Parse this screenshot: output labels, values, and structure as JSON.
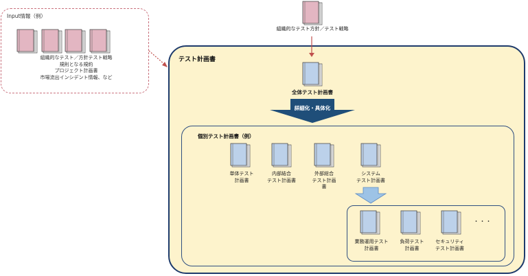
{
  "input": {
    "title": "Input情報（例）",
    "lines": [
      "組織的なテスト／方針テスト戦略",
      "規則となる規約",
      "プロジェクト計画書",
      "市場流出インシデント情報、など"
    ]
  },
  "top_doc": {
    "label": "組織的なテスト方針／テスト戦略"
  },
  "plan": {
    "title": "テスト計画書",
    "overall_label": "全体テスト計画書",
    "arrow_label": "詳細化・具体化",
    "individual": {
      "title": "個別テスト計画書（例）",
      "docs": [
        {
          "label_lines": [
            "単体テスト",
            "計画書"
          ]
        },
        {
          "label_lines": [
            "内部結合",
            "テスト計画書"
          ]
        },
        {
          "label_lines": [
            "外部総合",
            "テスト計画",
            "書"
          ]
        },
        {
          "label_lines": [
            "システム",
            "テスト計画書"
          ]
        }
      ],
      "sub_docs": [
        {
          "label_lines": [
            "業務運用テスト",
            "計画書"
          ]
        },
        {
          "label_lines": [
            "負荷テスト",
            "計画書"
          ]
        },
        {
          "label_lines": [
            "セキュリティ",
            "テスト計画書"
          ]
        }
      ],
      "ellipsis": "・・・"
    }
  },
  "colors": {
    "pink_book": "#e3b6c2",
    "blue_book": "#bcd1ea",
    "plan_fill": "#fdf3cc",
    "plan_border": "#1d3a6b",
    "dark_arrow": "#1f4e79",
    "light_arrow": "#9dc3e6",
    "connector": "#c0504d"
  }
}
